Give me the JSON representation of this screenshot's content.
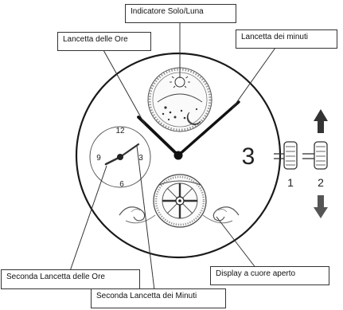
{
  "labels": {
    "sun_moon": "Indicatore Solo/Luna",
    "hour_hand": "Lancetta delle Ore",
    "minute_hand": "Lancetta dei minuti",
    "second_hour_hand": "Seconda Lancetta delle Ore",
    "second_minute_hand": "Seconda Lancetta dei Minuti",
    "open_heart": "Display a cuore aperto"
  },
  "dial": {
    "three": "3",
    "sub_12": "12",
    "sub_3": "3",
    "sub_6": "6",
    "sub_9": "9"
  },
  "crown": {
    "pos1": "1",
    "pos2": "2"
  },
  "colors": {
    "line": "#222222",
    "hand": "#1a1a1a",
    "detail": "#555555"
  }
}
